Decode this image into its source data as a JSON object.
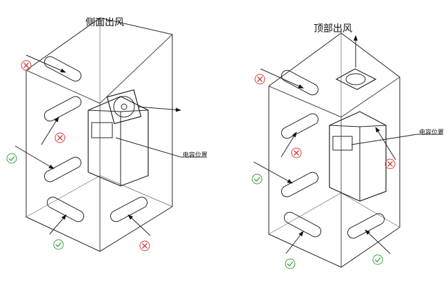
{
  "left": {
    "title": "侧面出风",
    "capacitor_label": "电容位置"
  },
  "right": {
    "title": "顶部出风",
    "capacitor_label": "电容位置"
  },
  "colors": {
    "ok": "#3aa23a",
    "bad": "#d43a3a",
    "line": "#222222"
  }
}
